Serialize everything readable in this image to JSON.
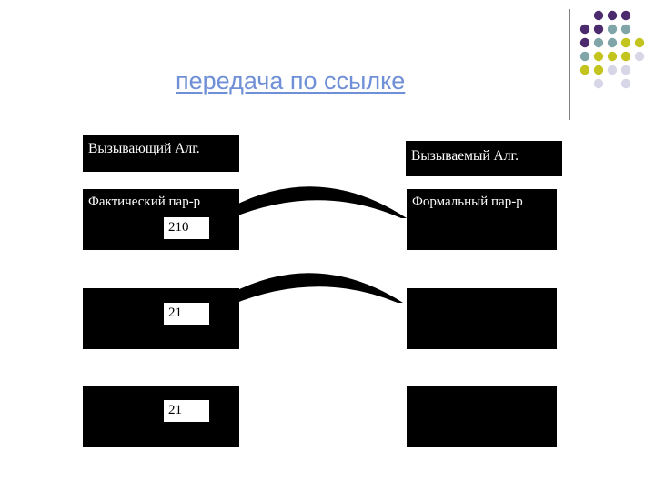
{
  "title": "передача по ссылке",
  "caller": {
    "label": "Вызывающий Алг."
  },
  "callee": {
    "label": "Вызываемый Алг."
  },
  "rows": [
    {
      "left_label": "Фактический пар-р",
      "right_label": "Формальный пар-р",
      "value": "210"
    },
    {
      "left_label": "",
      "right_label": "",
      "value": "21"
    },
    {
      "left_label": "",
      "right_label": "",
      "value": "21"
    }
  ],
  "colors": {
    "purple": "#4b2a6e",
    "teal": "#7fa5a8",
    "olive": "#c3c41e",
    "lavender": "#d7d6e6",
    "link": "#6f8fd6"
  }
}
